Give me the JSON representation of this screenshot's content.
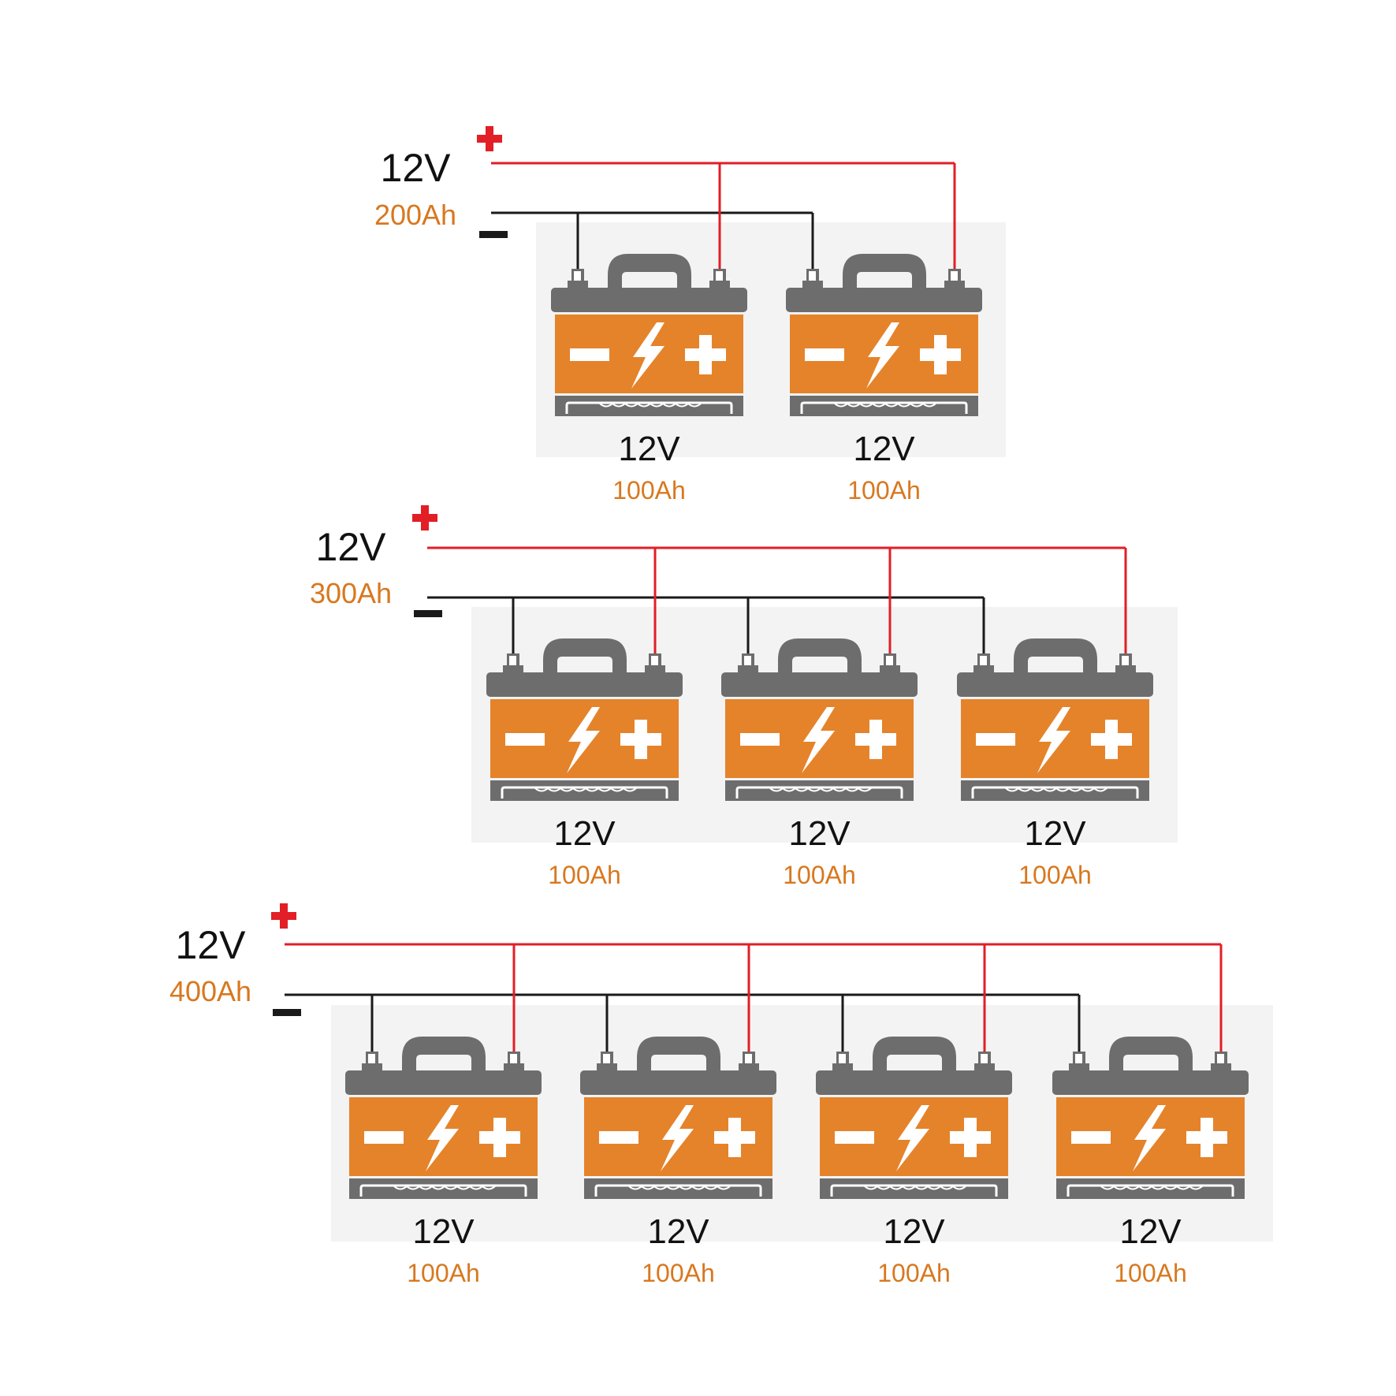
{
  "colors": {
    "positive_wire": "#e21e26",
    "negative_wire": "#1a1a1a",
    "battery_body": "#6d6d6d",
    "battery_face": "#e5832a",
    "panel_bg": "#f3f3f3",
    "voltage_text": "#111111",
    "capacity_text": "#d8781f"
  },
  "icons": [
    "plus-terminal-icon",
    "minus-terminal-icon",
    "battery-icon",
    "lightning-bolt-icon"
  ],
  "groups": [
    {
      "total": {
        "voltage": "12V",
        "capacity": "200Ah"
      },
      "batteries": [
        {
          "voltage": "12V",
          "capacity": "100Ah"
        },
        {
          "voltage": "12V",
          "capacity": "100Ah"
        }
      ]
    },
    {
      "total": {
        "voltage": "12V",
        "capacity": "300Ah"
      },
      "batteries": [
        {
          "voltage": "12V",
          "capacity": "100Ah"
        },
        {
          "voltage": "12V",
          "capacity": "100Ah"
        },
        {
          "voltage": "12V",
          "capacity": "100Ah"
        }
      ]
    },
    {
      "total": {
        "voltage": "12V",
        "capacity": "400Ah"
      },
      "batteries": [
        {
          "voltage": "12V",
          "capacity": "100Ah"
        },
        {
          "voltage": "12V",
          "capacity": "100Ah"
        },
        {
          "voltage": "12V",
          "capacity": "100Ah"
        },
        {
          "voltage": "12V",
          "capacity": "100Ah"
        }
      ]
    }
  ]
}
